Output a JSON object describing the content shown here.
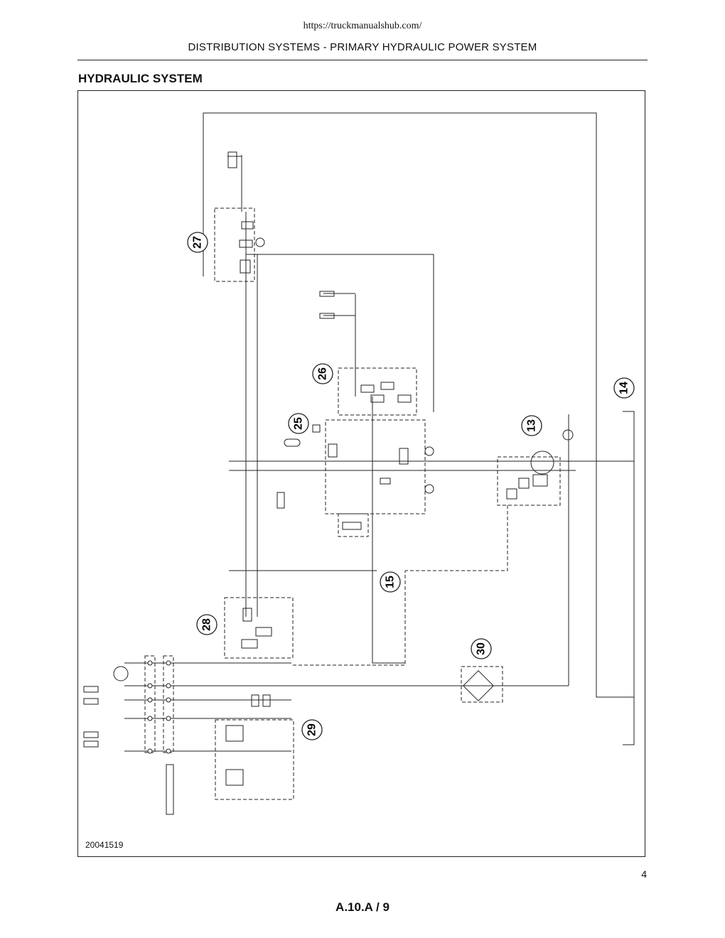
{
  "page": {
    "url": "https://truckmanualshub.com/",
    "header": "DISTRIBUTION SYSTEMS - PRIMARY HYDRAULIC POWER SYSTEM",
    "section_title": "HYDRAULIC SYSTEM",
    "figure_id": "20041519",
    "page_number": "4",
    "doc_ref": "A.10.A / 9"
  },
  "callouts": {
    "c13": "13",
    "c14": "14",
    "c15": "15",
    "c25": "25",
    "c26": "26",
    "c27": "27",
    "c28": "28",
    "c29": "29",
    "c30": "30"
  },
  "colors": {
    "ink": "#222222",
    "background": "#ffffff"
  }
}
